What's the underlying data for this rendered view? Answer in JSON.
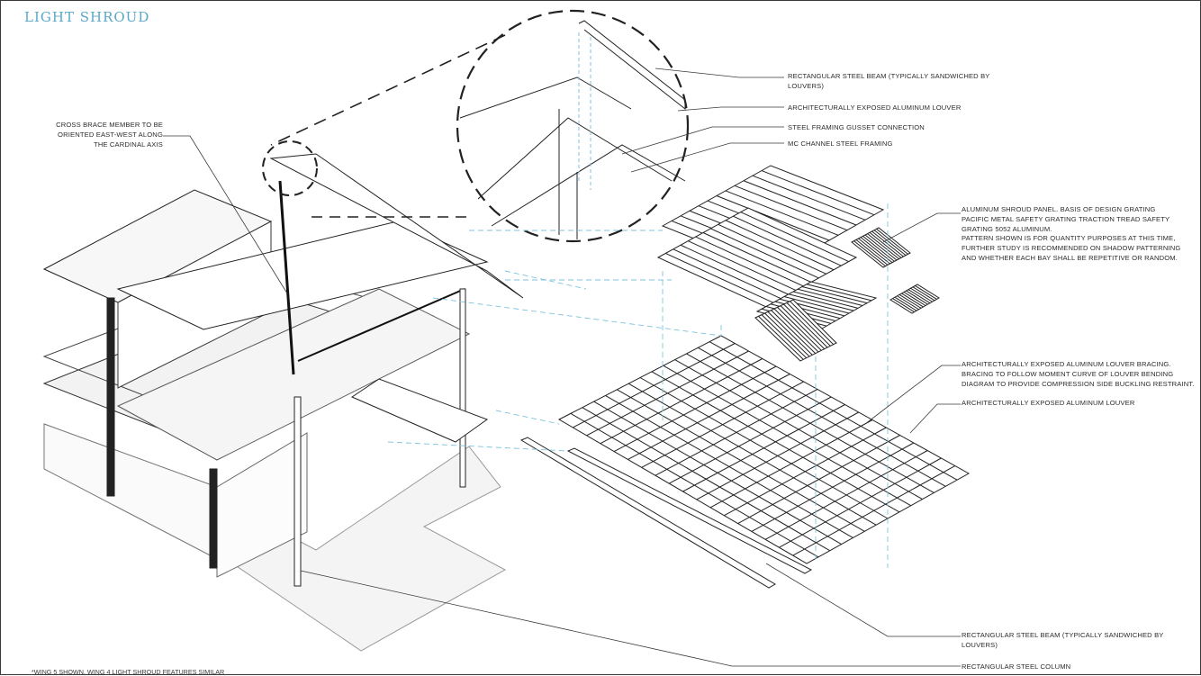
{
  "title": "LIGHT SHROUD",
  "footnote": "*WING 5 SHOWN. WING 4 LIGHT SHROUD FEATURES SIMILAR",
  "colors": {
    "title": "#5aa8c9",
    "leader": "#3a3a3a",
    "dashed_projection": "#7fc3df",
    "linework": "#222222"
  },
  "callouts": {
    "cross_brace": [
      "CROSS BRACE MEMBER TO BE",
      "ORIENTED EAST-WEST ALONG",
      "THE CARDINAL AXIS"
    ],
    "beam_top": [
      "RECTANGULAR STEEL BEAM (TYPICALLY SANDWICHED BY",
      "LOUVERS)"
    ],
    "louver_top": "ARCHITECTURALLY EXPOSED ALUMINUM LOUVER",
    "gusset": "STEEL FRAMING GUSSET CONNECTION",
    "mc_channel": "MC CHANNEL STEEL FRAMING",
    "shroud_panel": [
      "ALUMINUM SHROUD PANEL. BASIS OF DESIGN GRATING",
      "PACIFIC METAL SAFETY GRATING TRACTION TREAD SAFETY",
      "GRATING 5052 ALUMINUM.",
      "PATTERN SHOWN IS FOR QUANTITY PURPOSES AT THIS TIME,",
      "FURTHER STUDY IS RECOMMENDED ON SHADOW PATTERNING",
      "AND WHETHER EACH BAY SHALL BE REPETITIVE OR RANDOM."
    ],
    "louver_bracing": [
      "ARCHITECTURALLY EXPOSED ALUMINUM LOUVER BRACING.",
      "BRACING TO FOLLOW MOMENT CURVE OF LOUVER BENDING",
      "DIAGRAM TO PROVIDE COMPRESSION SIDE BUCKLING RESTRAINT."
    ],
    "louver_mid": "ARCHITECTURALLY EXPOSED ALUMINUM LOUVER",
    "beam_bottom": [
      "RECTANGULAR STEEL BEAM (TYPICALLY SANDWICHED BY",
      "LOUVERS)"
    ],
    "column": "RECTANGULAR STEEL COLUMN"
  }
}
